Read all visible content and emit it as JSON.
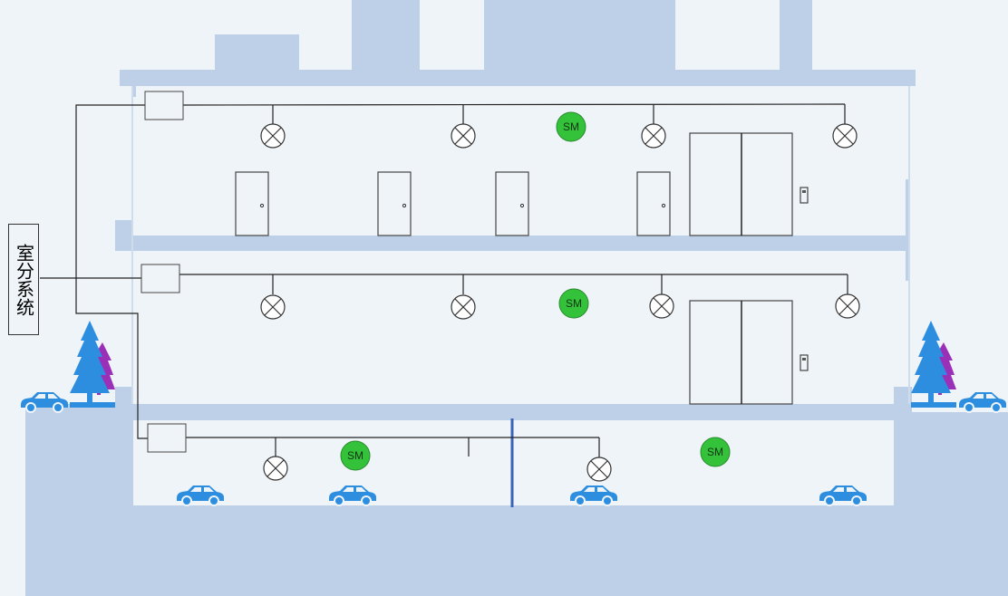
{
  "system_label": "室分系统",
  "sm_labels": [
    "SM",
    "SM",
    "SM",
    "SM"
  ],
  "colors": {
    "building": "#bdd0e8",
    "background": "#eff4f8",
    "sm": "#33c23a",
    "car": "#2d8ee0",
    "tree": "#2d8ee0",
    "tree_secondary": "#9b30b8",
    "divider": "#3b63b8"
  }
}
